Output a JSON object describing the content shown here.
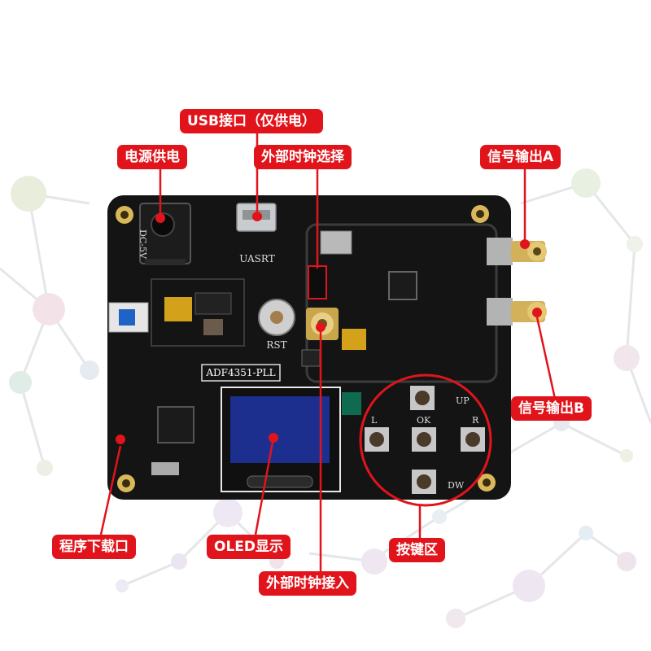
{
  "board": {
    "silkscreen_model": "ADF4351-PLL",
    "silkscreen_dc": "DC-5V",
    "silkscreen_usb": "UASRT",
    "silkscreen_rst": "RST",
    "button_labels": {
      "up": "UP",
      "left": "L",
      "ok": "OK",
      "right": "R",
      "down": "DW"
    }
  },
  "callouts": {
    "usb": "USB接口（仅供电）",
    "power": "电源供电",
    "ext_clock_select": "外部时钟选择",
    "output_a": "信号输出A",
    "output_b": "信号输出B",
    "program_port": "程序下载口",
    "oled": "OLED显示",
    "buttons": "按键区",
    "ext_clock_in": "外部时钟接入"
  },
  "colors": {
    "callout_red": "#e1141b",
    "pcb_black": "#141414",
    "gold": "#d9b85a",
    "oled_blue": "#1c2f8f"
  }
}
